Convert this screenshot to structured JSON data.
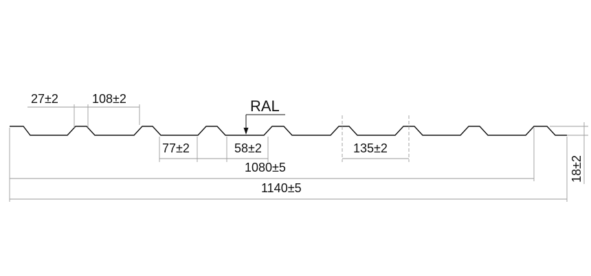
{
  "drawing": {
    "profile_label": "RAL",
    "dimensions": {
      "rib_top": "27±2",
      "rib_pitch": "108±2",
      "valley_bottom": "77±2",
      "rib_base": "58±2",
      "rib_spacing": "135±2",
      "working_width": "1080±5",
      "total_width": "1140±5",
      "rib_height": "18±2"
    }
  }
}
